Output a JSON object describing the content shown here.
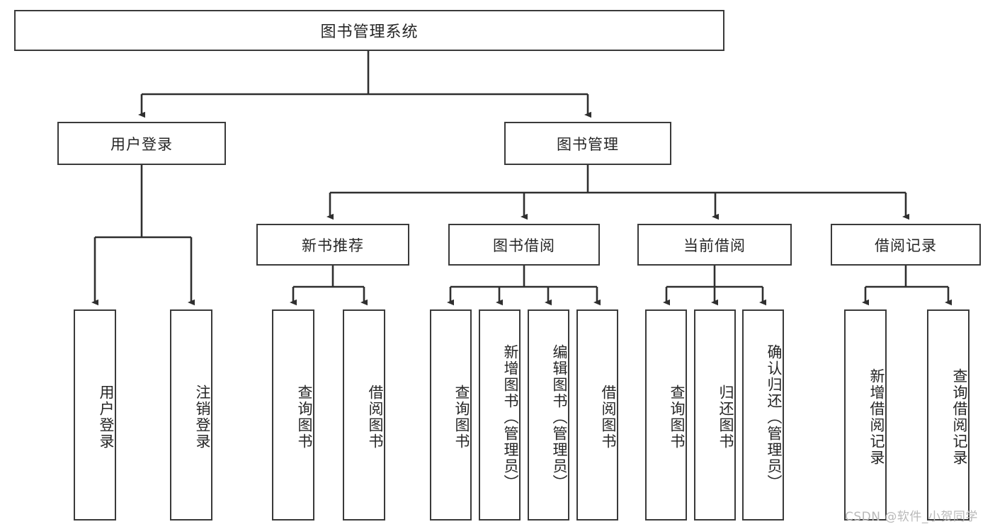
{
  "diagram": {
    "title": "图书管理系统",
    "type": "tree-hierarchy",
    "colors": {
      "border": "#3a3a3a",
      "box_fill": "#ffffff",
      "text": "#262626",
      "connector": "#2f2f2f",
      "watermark": "#b9b9b9",
      "background": "#ffffff"
    }
  },
  "root": {
    "label": "图书管理系统"
  },
  "level2": [
    {
      "label": "用户登录"
    },
    {
      "label": "图书管理"
    }
  ],
  "level3": [
    {
      "label": "新书推荐"
    },
    {
      "label": "图书借阅"
    },
    {
      "label": "当前借阅"
    },
    {
      "label": "借阅记录"
    }
  ],
  "leaves": {
    "user_login": [
      {
        "label": "用户登录"
      },
      {
        "label": "注销登录"
      }
    ],
    "new_book_recommend": [
      {
        "label": "查询图书"
      },
      {
        "label": "借阅图书"
      }
    ],
    "book_borrow": [
      {
        "label": "查询图书"
      },
      {
        "label": "新增图书（管理员）"
      },
      {
        "label": "编辑图书（管理员）"
      },
      {
        "label": "借阅图书"
      }
    ],
    "current_borrow": [
      {
        "label": "查询图书"
      },
      {
        "label": "归还图书"
      },
      {
        "label": "确认归还（管理员）"
      }
    ],
    "borrow_record": [
      {
        "label": "新增借阅记录"
      },
      {
        "label": "查询借阅记录"
      }
    ]
  },
  "watermark": {
    "text": "CSDN @软件_小贺同学"
  }
}
